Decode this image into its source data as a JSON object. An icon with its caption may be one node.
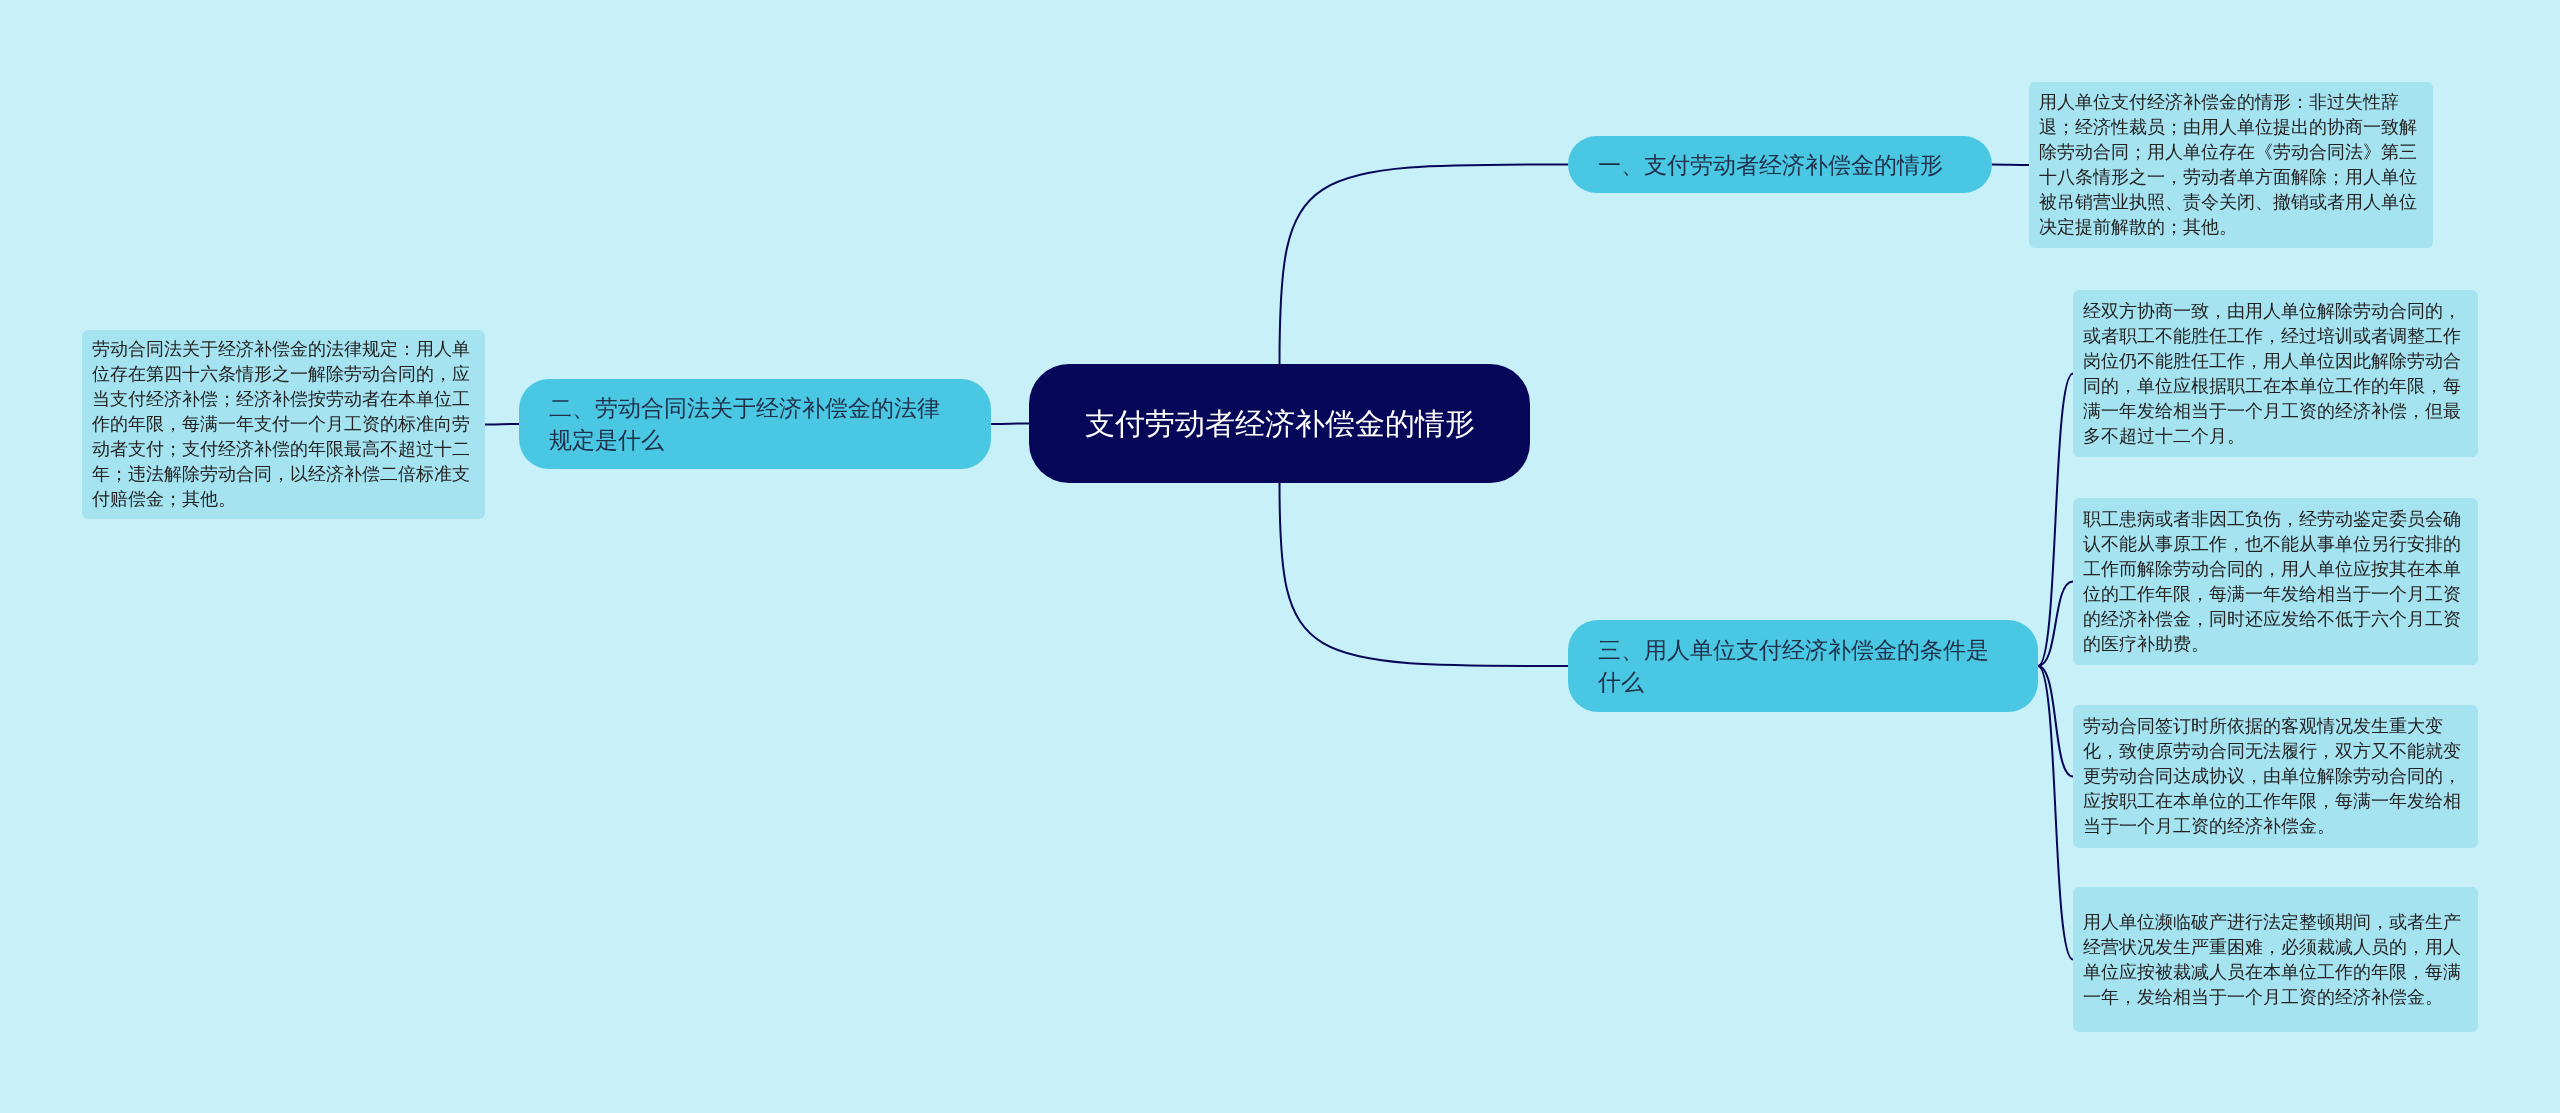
{
  "diagram": {
    "nodes": [
      {
        "text": [
          "支付劳动者经济补偿金的情形"
        ]
      },
      {
        "text": [
          "一、支付劳动者经济补偿金的情形"
        ]
      },
      {
        "text": [
          "用人单位支付经济补偿金的情形：非过失性辞退；经济性裁员；由用人单位提出的协商一致解除劳动合同；用人单位存在《劳动合同法》第三十八条情形之一，劳动者单方面解除；用人单位被吊销营业执照、责令关闭、撤销或者用人单位决定提前解散的；其他。"
        ]
      },
      {
        "text": [
          "二、劳动合同法关于经济补偿金的法律规定是什么"
        ]
      },
      {
        "text": [
          "劳动合同法关于经济补偿金的法律规定：用人单位存在第四十六条情形之一解除劳动合同的，应当支付经济补偿；经济补偿按劳动者在本单位工作的年限，每满一年支付一个月工资的标准向劳动者支付；支付经济补偿的年限最高不超过十二年；违法解除劳动合同，以经济补偿二倍标准支付赔偿金；其他。"
        ]
      },
      {
        "text": [
          "三、用人单位支付经济补偿金的条件是什么"
        ]
      },
      {
        "text": [
          "经双方协商一致，由用人单位解除劳动合同的，或者职工不能胜任工作，经过培训或者调整工作岗位仍不能胜任工作，用人单位因此解除劳动合同的，单位应根据职工在本单位工作的年限，每满一年发给相当于一个月工资的经济补偿，但最多不超过十二个月。"
        ]
      },
      {
        "text": [
          "职工患病或者非因工负伤，经劳动鉴定委员会确认不能从事原工作，也不能从事单位另行安排的工作而解除劳动合同的，用人单位应按其在本单位的工作年限，每满一年发给相当于一个月工资的经济补偿金，同时还应发给不低于六个月工资的医疗补助费。"
        ]
      },
      {
        "text": [
          "劳动合同签订时所依据的客观情况发生重大变化，致使原劳动合同无法履行，双方又不能就变更劳动合同达成协议，由单位解除劳动合同的，应按职工在本单位的工作年限，每满一年发给相当于一个月工资的经济补偿金。"
        ]
      },
      {
        "text": [
          "用人单位濒临破产进行法定整顿期间，或者生产经营状况发生严重困难，必须裁减人员的，用人单位应按被裁减人员在本单位工作的年限，每满一年，发给相当于一个月工资的经济补偿金。"
        ]
      }
    ],
    "edges": [
      {
        "from": 0,
        "to": 1,
        "arrow": "none"
      },
      {
        "from": 1,
        "to": 2,
        "arrow": "none"
      },
      {
        "from": 0,
        "to": 3,
        "arrow": "none"
      },
      {
        "from": 3,
        "to": 4,
        "arrow": "none"
      },
      {
        "from": 0,
        "to": 5,
        "arrow": "none"
      },
      {
        "from": 5,
        "to": 6,
        "arrow": "none"
      },
      {
        "from": 5,
        "to": 7,
        "arrow": "none"
      },
      {
        "from": 5,
        "to": 8,
        "arrow": "none"
      },
      {
        "from": 5,
        "to": 9,
        "arrow": "none"
      }
    ]
  }
}
